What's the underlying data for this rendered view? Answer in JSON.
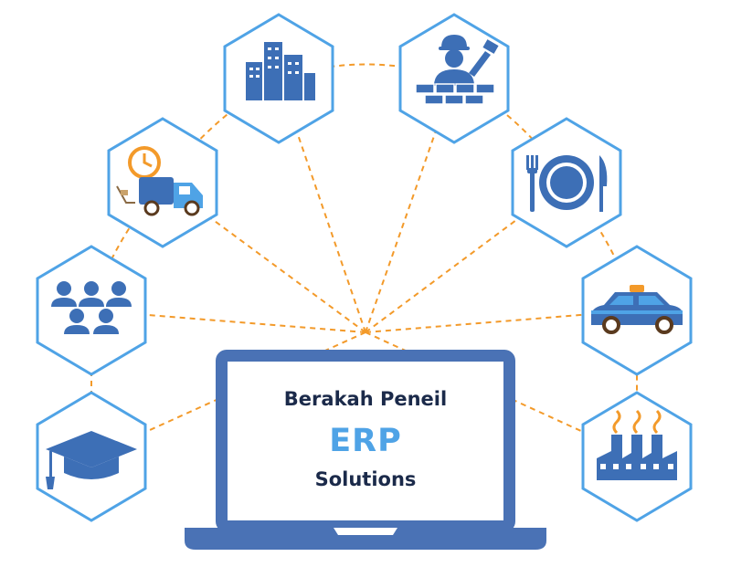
{
  "screen": {
    "line1": "Berakah Peneil",
    "line2": "ERP",
    "line3": "Solutions"
  },
  "colors": {
    "hex_border": "#4fa3e6",
    "icon_fill": "#3d6fb6",
    "connector": "#f39a2a",
    "laptop_body": "#4a72b5",
    "screen_bg": "#ffffff",
    "text_dark": "#1b2a4a",
    "text_accent": "#4fa3e6"
  },
  "industries": [
    {
      "icon": "buildings-icon"
    },
    {
      "icon": "construction-worker-icon"
    },
    {
      "icon": "delivery-truck-icon"
    },
    {
      "icon": "plate-fork-knife-icon"
    },
    {
      "icon": "people-group-icon"
    },
    {
      "icon": "taxi-car-icon"
    },
    {
      "icon": "graduation-cap-icon"
    },
    {
      "icon": "factory-icon"
    }
  ]
}
